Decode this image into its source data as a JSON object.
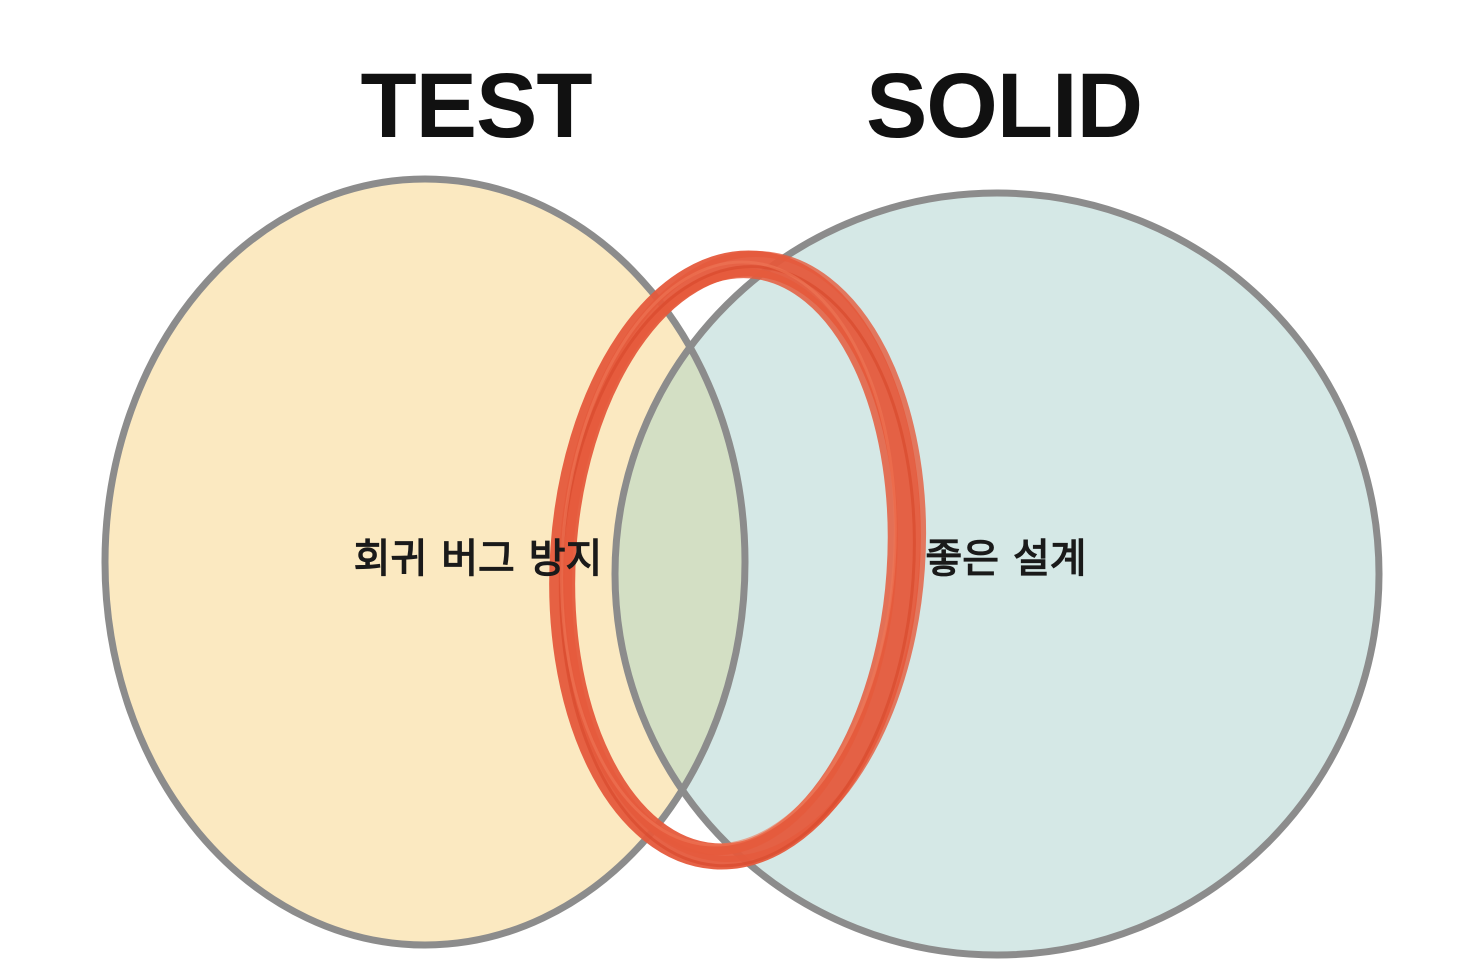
{
  "diagram": {
    "type": "venn",
    "sets": [
      {
        "name": "TEST",
        "description": "회귀 버그 방지",
        "fill_color": "#fbe9c1",
        "stroke_color": "#8c8c8c"
      },
      {
        "name": "SOLID",
        "description": "좋은 설계",
        "fill_color": "#d5e8e6",
        "stroke_color": "#8c8c8c"
      }
    ],
    "intersection": {
      "fill_color": "#d3dfc4",
      "highlight": "red brush-stroke ring around overlap",
      "highlight_color": "#e55a3c"
    }
  }
}
